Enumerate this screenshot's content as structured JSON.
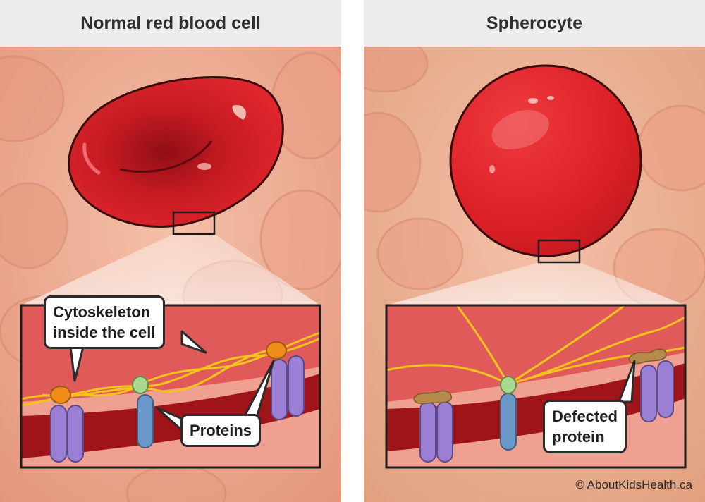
{
  "panels": {
    "normal": {
      "title": "Normal red blood cell",
      "cytoskeleton_label": [
        "Cytoskeleton",
        "inside the cell"
      ],
      "proteins_label": "Proteins"
    },
    "spherocyte": {
      "title": "Spherocyte",
      "defected_label": [
        "Defected",
        "protein"
      ]
    }
  },
  "credit": "© AboutKidsHealth.ca",
  "colors": {
    "cell_red": "#d92027",
    "background_tissue": "#e9a48a",
    "membrane_dark": "#8b1515",
    "cytoskeleton_yellow": "#f2c21a",
    "protein_purple": "#9b7fd4",
    "protein_blue": "#6c98c9",
    "node_orange": "#f08c1a",
    "node_green": "#a9d98f",
    "defect_brown": "#b58a4b"
  }
}
